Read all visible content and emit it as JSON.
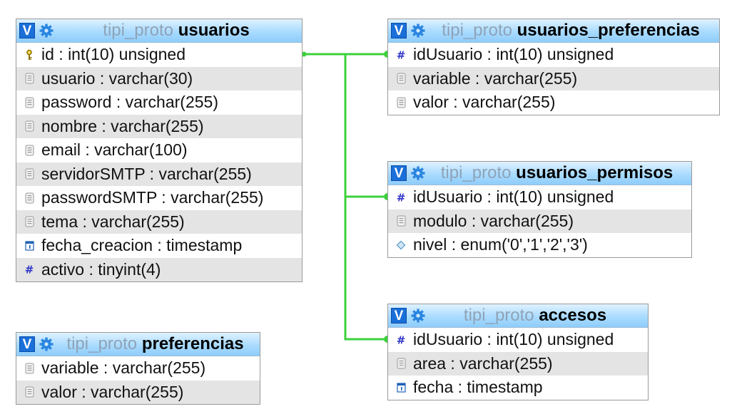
{
  "diagram": {
    "header_toggle": "V",
    "tables": [
      {
        "id": "usuarios",
        "database": "tipi_proto",
        "name": "usuarios",
        "columns": [
          {
            "label": "id : int(10) unsigned",
            "icon": "primary-key-icon"
          },
          {
            "label": "usuario : varchar(30)",
            "icon": "text-column-icon"
          },
          {
            "label": "password : varchar(255)",
            "icon": "text-column-icon"
          },
          {
            "label": "nombre : varchar(255)",
            "icon": "text-column-icon"
          },
          {
            "label": "email : varchar(100)",
            "icon": "text-column-icon"
          },
          {
            "label": "servidorSMTP : varchar(255)",
            "icon": "text-column-icon"
          },
          {
            "label": "passwordSMTP : varchar(255)",
            "icon": "text-column-icon"
          },
          {
            "label": "tema : varchar(255)",
            "icon": "text-column-icon"
          },
          {
            "label": "fecha_creacion : timestamp",
            "icon": "date-column-icon"
          },
          {
            "label": "activo : tinyint(4)",
            "icon": "numeric-column-icon"
          }
        ]
      },
      {
        "id": "preferencias",
        "database": "tipi_proto",
        "name": "preferencias",
        "columns": [
          {
            "label": "variable : varchar(255)",
            "icon": "text-column-icon"
          },
          {
            "label": "valor : varchar(255)",
            "icon": "text-column-icon"
          }
        ]
      },
      {
        "id": "usuarios_preferencias",
        "database": "tipi_proto",
        "name": "usuarios_preferencias",
        "columns": [
          {
            "label": "idUsuario : int(10) unsigned",
            "icon": "numeric-column-icon"
          },
          {
            "label": "variable : varchar(255)",
            "icon": "text-column-icon"
          },
          {
            "label": "valor : varchar(255)",
            "icon": "text-column-icon"
          }
        ]
      },
      {
        "id": "usuarios_permisos",
        "database": "tipi_proto",
        "name": "usuarios_permisos",
        "columns": [
          {
            "label": "idUsuario : int(10) unsigned",
            "icon": "numeric-column-icon"
          },
          {
            "label": "modulo : varchar(255)",
            "icon": "text-column-icon"
          },
          {
            "label": "nivel : enum('0','1','2','3')",
            "icon": "enum-column-icon"
          }
        ]
      },
      {
        "id": "accesos",
        "database": "tipi_proto",
        "name": "accesos",
        "columns": [
          {
            "label": "idUsuario : int(10) unsigned",
            "icon": "numeric-column-icon"
          },
          {
            "label": "area : varchar(255)",
            "icon": "text-column-icon"
          },
          {
            "label": "fecha : timestamp",
            "icon": "date-column-icon"
          }
        ]
      }
    ],
    "relations": [
      {
        "from": "usuarios.id",
        "to": "usuarios_preferencias.idUsuario"
      },
      {
        "from": "usuarios.id",
        "to": "usuarios_permisos.idUsuario"
      },
      {
        "from": "usuarios.id",
        "to": "accesos.idUsuario"
      }
    ],
    "colors": {
      "relation_line": "#3cd13c",
      "header_accent": "#1a6fd8",
      "database_name": "#8fa3b8"
    }
  }
}
